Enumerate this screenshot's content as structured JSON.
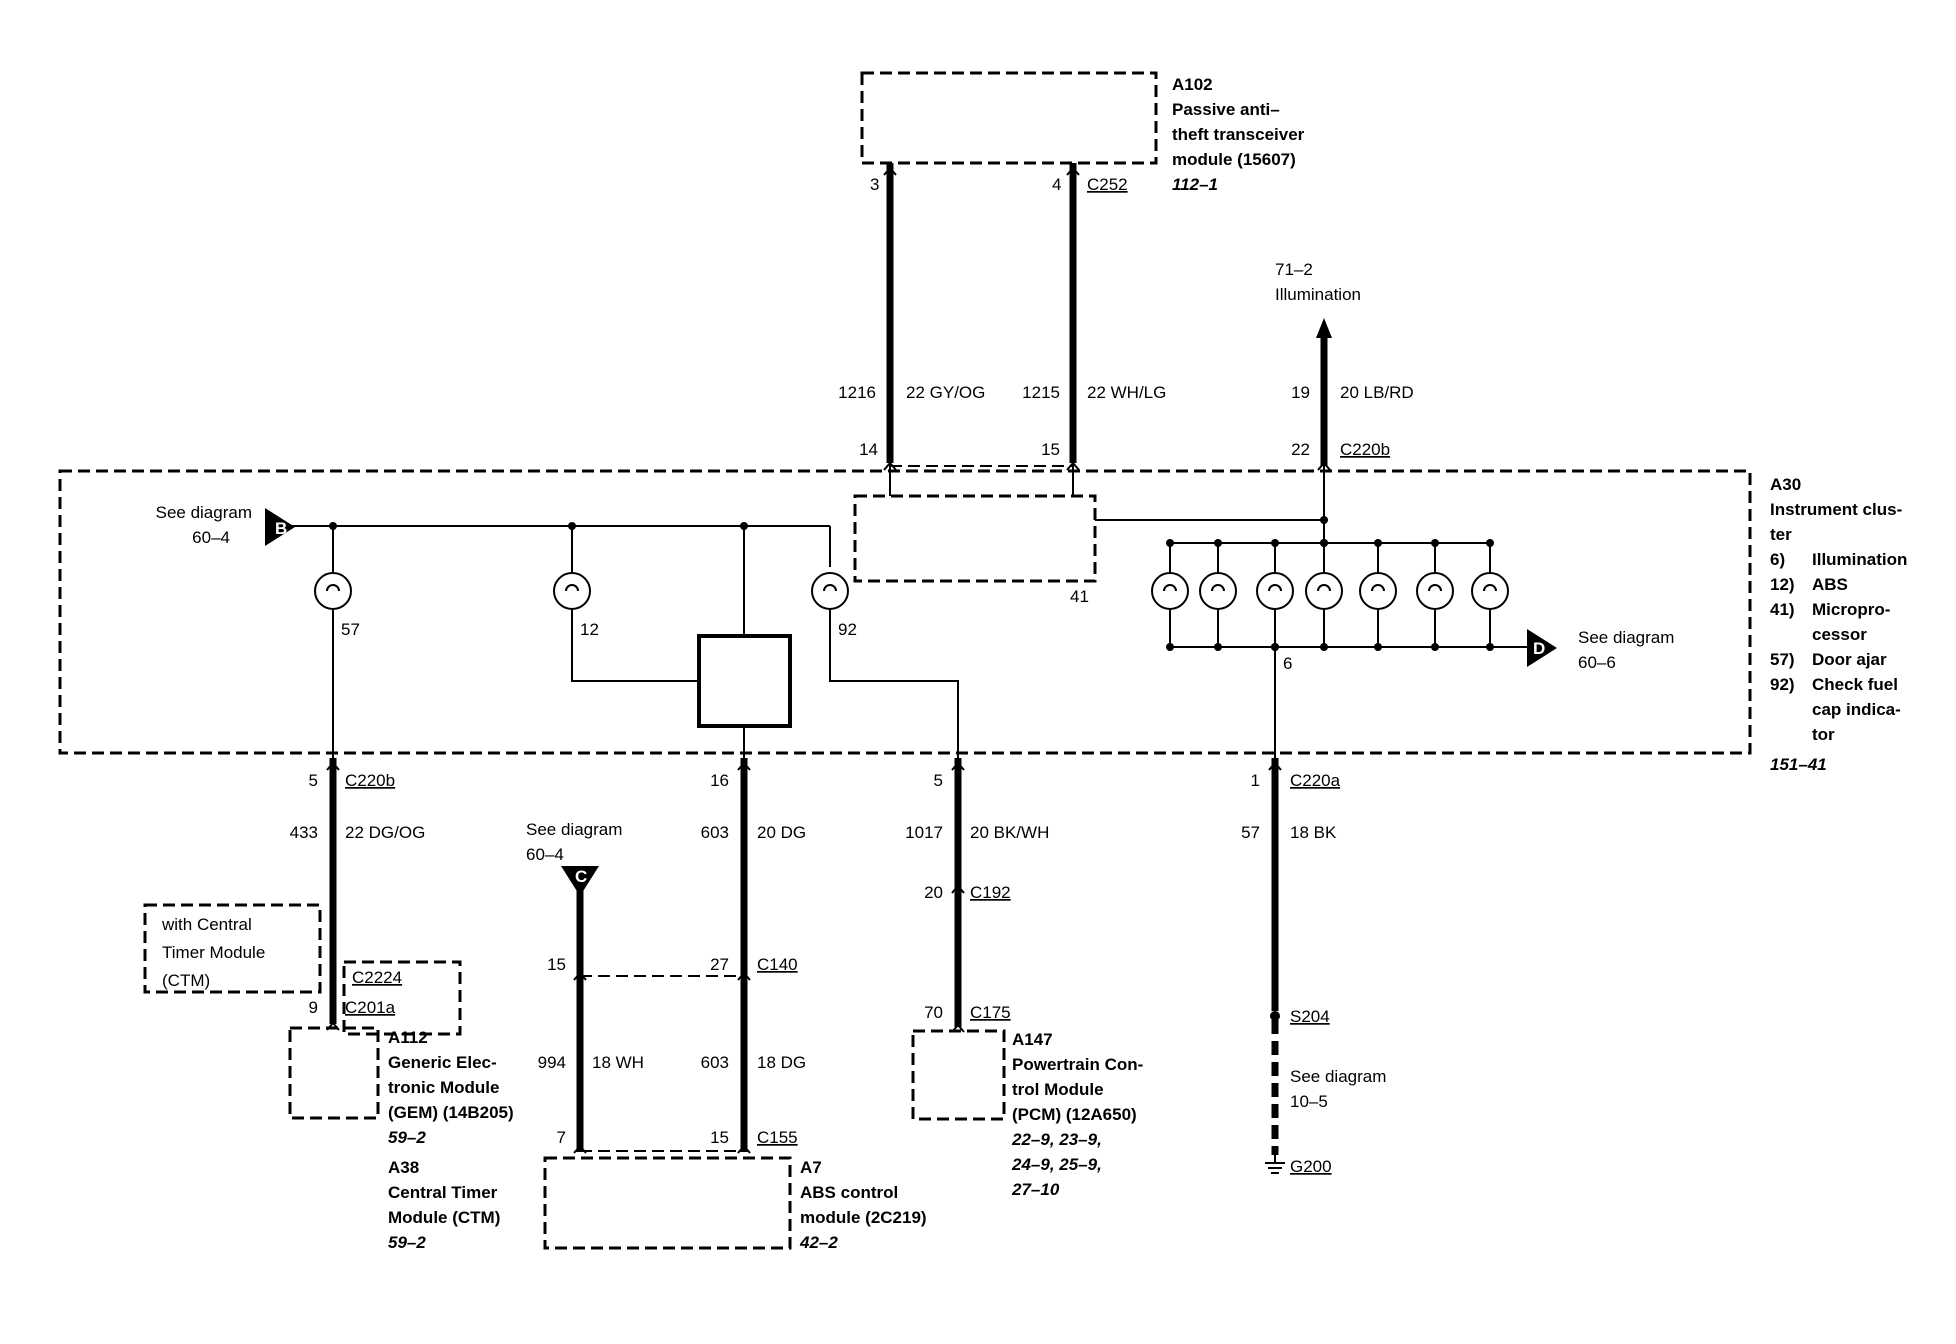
{
  "modules": {
    "a102": {
      "id": "A102",
      "name": [
        "Passive anti–",
        "theft transceiver",
        "module (15607)"
      ],
      "ref": "112–1"
    },
    "a30": {
      "id": "A30",
      "name": [
        "Instrument clus-",
        "ter"
      ],
      "items": [
        [
          "6)",
          "Illumination"
        ],
        [
          "12)",
          "ABS"
        ],
        [
          "41)",
          "Micropro-"
        ],
        [
          "",
          "cessor"
        ],
        [
          "57)",
          "Door ajar"
        ],
        [
          "92)",
          "Check fuel"
        ],
        [
          "",
          "cap indica-"
        ],
        [
          "",
          "tor"
        ]
      ],
      "ref": "151–41"
    },
    "a112": {
      "id": "A112",
      "name": [
        "Generic Elec-",
        "tronic Module",
        "(GEM) (14B205)"
      ],
      "ref": "59–2"
    },
    "a38": {
      "id": "A38",
      "name": [
        "Central Timer",
        "Module (CTM)"
      ],
      "ref": "59–2"
    },
    "a7": {
      "id": "A7",
      "name": [
        "ABS control",
        "module (2C219)"
      ],
      "ref": "42–2"
    },
    "a147": {
      "id": "A147",
      "name": [
        "Powertrain Con-",
        "trol Module",
        "(PCM) (12A650)"
      ],
      "ref": [
        "22–9, 23–9,",
        "24–9, 25–9,",
        "27–10"
      ]
    },
    "ctm_note": [
      "with Central",
      "Timer Module",
      "(CTM)"
    ]
  },
  "connectors": {
    "c252": "C252",
    "c220b_top": "C220b",
    "c220b_left": "C220b",
    "c220a": "C220a",
    "c2224": "C2224",
    "c201a": "C201a",
    "c140": "C140",
    "c155": "C155",
    "c192": "C192",
    "c175": "C175",
    "s204": "S204",
    "g200": "G200"
  },
  "pins": {
    "a102_left": "3",
    "a102_right": "4",
    "cl_14": "14",
    "cl_15": "15",
    "cl_22": "22",
    "cl_5": "5",
    "cl_16": "16",
    "cl_5b": "5",
    "cl_1": "1",
    "c201a_9": "9",
    "c140_15": "15",
    "c140_27": "27",
    "c155_7": "7",
    "c155_15": "15",
    "c192_20": "20",
    "c175_70": "70"
  },
  "wires": {
    "w1216": {
      "circuit": "1216",
      "spec": "22 GY/OG"
    },
    "w1215": {
      "circuit": "1215",
      "spec": "22 WH/LG"
    },
    "w19": {
      "circuit": "19",
      "spec": "20 LB/RD"
    },
    "w433": {
      "circuit": "433",
      "spec": "22 DG/OG"
    },
    "w603a": {
      "circuit": "603",
      "spec": "20 DG"
    },
    "w1017": {
      "circuit": "1017",
      "spec": "20 BK/WH"
    },
    "w57": {
      "circuit": "57",
      "spec": "18 BK"
    },
    "w994": {
      "circuit": "994",
      "spec": "18 WH"
    },
    "w603b": {
      "circuit": "603",
      "spec": "18 DG"
    }
  },
  "bulbs": {
    "b57": "57",
    "b12": "12",
    "b92": "92",
    "b41": "41",
    "b6": "6"
  },
  "refs": {
    "illum": [
      "71–2",
      "Illumination"
    ],
    "diag_b": {
      "letter": "B",
      "text": [
        "See diagram",
        "60–4"
      ]
    },
    "diag_c": {
      "letter": "C",
      "text": [
        "See diagram",
        "60–4"
      ]
    },
    "diag_d": {
      "letter": "D",
      "text": [
        "See diagram",
        "60–6"
      ]
    },
    "diag_ground": [
      "See diagram",
      "10–5"
    ]
  }
}
